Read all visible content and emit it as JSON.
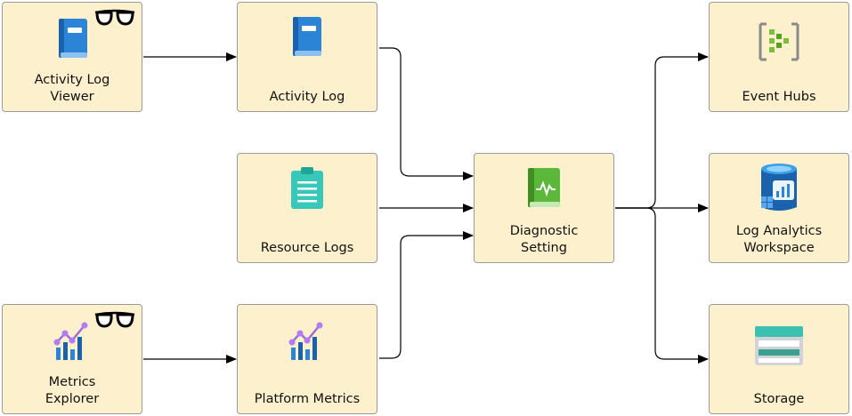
{
  "nodes": {
    "activity_log_viewer": "Activity Log\nViewer",
    "activity_log": "Activity Log",
    "resource_logs": "Resource Logs",
    "metrics_explorer": "Metrics\nExplorer",
    "platform_metrics": "Platform Metrics",
    "diagnostic_setting": "Diagnostic\nSetting",
    "event_hubs": "Event Hubs",
    "log_analytics_workspace": "Log Analytics\nWorkspace",
    "storage": "Storage"
  },
  "edges": [
    {
      "from": "activity_log_viewer",
      "to": "activity_log"
    },
    {
      "from": "activity_log",
      "to": "diagnostic_setting"
    },
    {
      "from": "resource_logs",
      "to": "diagnostic_setting"
    },
    {
      "from": "platform_metrics",
      "to": "diagnostic_setting"
    },
    {
      "from": "metrics_explorer",
      "to": "platform_metrics"
    },
    {
      "from": "diagnostic_setting",
      "to": "event_hubs"
    },
    {
      "from": "diagnostic_setting",
      "to": "log_analytics_workspace"
    },
    {
      "from": "diagnostic_setting",
      "to": "storage"
    }
  ],
  "icons": {
    "activity_log_viewer": [
      "book-icon",
      "glasses-icon"
    ],
    "activity_log": "book-icon",
    "resource_logs": "clipboard-icon",
    "metrics_explorer": [
      "metrics-chart-icon",
      "glasses-icon"
    ],
    "platform_metrics": "metrics-chart-icon",
    "diagnostic_setting": "diagnostic-book-icon",
    "event_hubs": "event-hubs-icon",
    "log_analytics_workspace": "log-analytics-icon",
    "storage": "storage-icon"
  },
  "colors": {
    "node_fill": "#fdf0cc",
    "node_border": "#9b9b9b",
    "edge": "#000000"
  }
}
